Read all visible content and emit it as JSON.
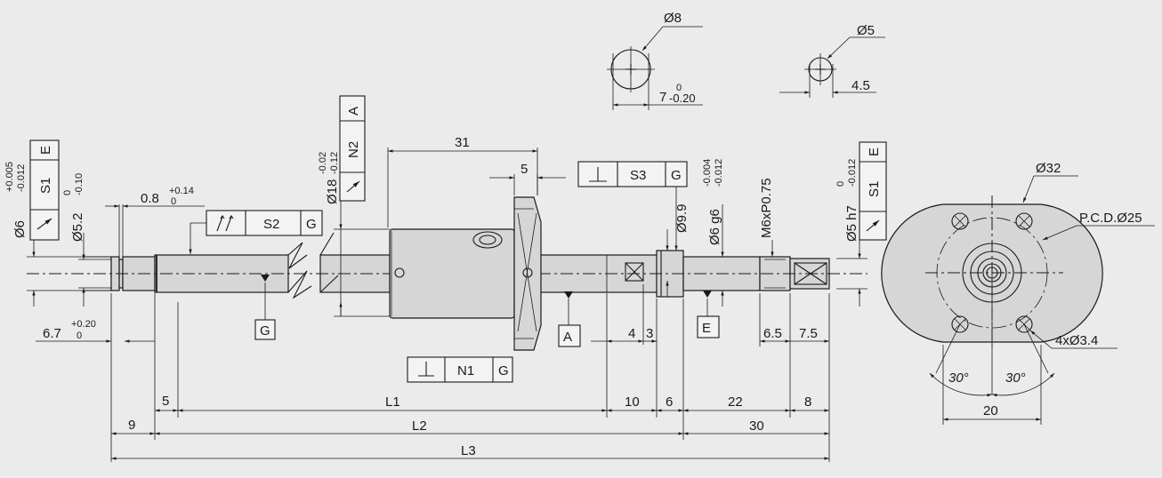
{
  "dims": {
    "d8": "Ø8",
    "d5": "Ø5",
    "h7": "7",
    "h7_tol_upper": "0",
    "h7_tol_lower": "-0.20",
    "h45": "4.5",
    "len31": "31",
    "len5_flange": "5",
    "d99": "Ø9.9",
    "d6g6": "Ø6 g6",
    "d6g6_tol_upper": "-0.004",
    "d6g6_tol_lower": "-0.012",
    "m6": "M6xP0.75",
    "d5h7": "Ø5 h7",
    "d5h7_tol_upper": "0",
    "d5h7_tol_lower": "-0.012",
    "d18": "Ø18",
    "d18_tol_upper": "-0.02",
    "d18_tol_lower": "-0.12",
    "d6": "Ø6",
    "d6_tol_upper": "+0.005",
    "d6_tol_lower": "-0.012",
    "d52": "Ø5.2",
    "d52_tol_upper": "0",
    "d52_tol_lower": "-0.10",
    "groove": "0.8",
    "groove_tol_upper": "+0.14",
    "groove_tol_lower": "0",
    "len67": "6.7",
    "len67_tol_upper": "+0.20",
    "len67_tol_lower": "0",
    "len4": "4",
    "len3": "3",
    "len65": "6.5",
    "len75": "7.5",
    "len5_left": "5",
    "L1": "L1",
    "len10": "10",
    "len6": "6",
    "len22": "22",
    "len8": "8",
    "len9": "9",
    "L2": "L2",
    "len30": "30",
    "L3": "L3",
    "d32": "Ø32",
    "pcd": "P.C.D.Ø25",
    "holes": "4xØ3.4",
    "ang30a": "30°",
    "ang30b": "30°",
    "w20": "20"
  },
  "frames": {
    "s1": {
      "label": "S1",
      "datum": "E"
    },
    "n2": {
      "label": "N2",
      "datum": "A"
    },
    "s2": {
      "label": "S2",
      "datum": "G"
    },
    "s3": {
      "label": "S3",
      "datum": "G"
    },
    "n1": {
      "label": "N1",
      "datum": "G"
    },
    "s1r": {
      "label": "S1",
      "datum": "E"
    }
  },
  "datums": {
    "g": "G",
    "a": "A",
    "e": "E"
  },
  "colors": {
    "background": "#ebebeb",
    "line": "#1a1a1a",
    "part_fill": "#d6d6d6"
  }
}
